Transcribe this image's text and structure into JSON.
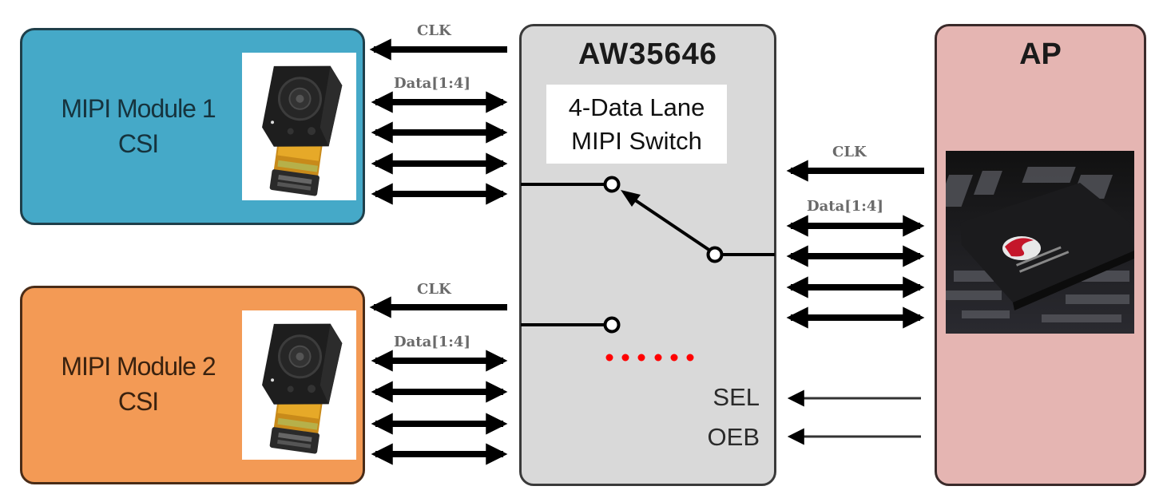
{
  "modules": [
    {
      "title": "MIPI Module 1",
      "subtitle": "CSI",
      "color": "#45A9C8",
      "icon": "camera-module-icon"
    },
    {
      "title": "MIPI Module 2",
      "subtitle": "CSI",
      "color": "#F39A55",
      "icon": "camera-module-icon"
    }
  ],
  "switch": {
    "part_number": "AW35646",
    "description_line1": "4-Data Lane",
    "description_line2": "MIPI Switch",
    "color": "#D9D9D9",
    "pins": {
      "sel": "SEL",
      "oeb": "OEB"
    },
    "icon": "spdt-switch-icon",
    "ellipsis_color": "#FF0000"
  },
  "ap": {
    "title": "AP",
    "color": "#E5B5B2",
    "icon": "processor-chip-icon"
  },
  "signals": {
    "clk": "CLK",
    "data": "Data[1:4]"
  }
}
